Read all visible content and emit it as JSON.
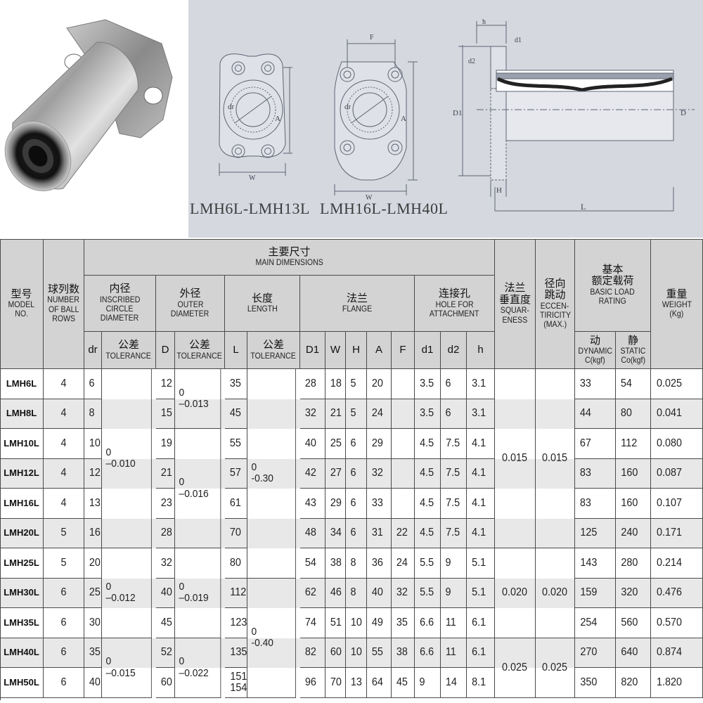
{
  "captions": {
    "left": "LMH6L-LMH13L",
    "right": "LMH16L-LMH40L"
  },
  "drawing_labels": {
    "dr": "dr",
    "A": "A",
    "W": "W",
    "F": "F",
    "h": "h",
    "d1": "d1",
    "d2": "d2",
    "D1": "D1",
    "H": "H",
    "L": "L",
    "D": "D"
  },
  "headers": {
    "main_zh": "主要尺寸",
    "main_en": "MAIN DIMENSIONS",
    "model_zh": "型号",
    "model_en1": "MODEL",
    "model_en2": "NO.",
    "rows_zh": "球列数",
    "rows_en1": "NUMBER",
    "rows_en2": "OF BALL",
    "rows_en3": "ROWS",
    "id_zh": "内径",
    "id_en1": "INSCRIBED",
    "id_en2": "CIRCLE",
    "id_en3": "DIAMETER",
    "od_zh": "外径",
    "od_en1": "OUTER",
    "od_en2": "DIAMETER",
    "len_zh": "长度",
    "len_en": "LENGTH",
    "flange_zh": "法兰",
    "flange_en": "FLANGE",
    "hole_zh": "连接孔",
    "hole_en1": "HOLE FOR",
    "hole_en2": "ATTACHMENT",
    "sq_zh1": "法兰",
    "sq_zh2": "垂直度",
    "sq_en1": "SQUAR-",
    "sq_en2": "ENESS",
    "ecc_zh1": "径向",
    "ecc_zh2": "跳动",
    "ecc_en1": "ECCEN-",
    "ecc_en2": "TIRICITY",
    "ecc_en3": "(MAX.)",
    "load_zh1": "基本",
    "load_zh2": "额定载荷",
    "load_en1": "BASIC LOAD",
    "load_en2": "RATING",
    "dyn_zh": "动",
    "dyn_en1": "DYNAMIC",
    "dyn_en2": "C(kgf)",
    "sta_zh": "静",
    "sta_en1": "STATIC",
    "sta_en2": "Co(kgf)",
    "wt_zh": "重量",
    "wt_en1": "WEIGHT",
    "wt_en2": "(Kg)",
    "tol_zh": "公差",
    "tol_en": "TOLERANCE",
    "dr": "dr",
    "D": "D",
    "L": "L",
    "D1": "D1",
    "W": "W",
    "H": "H",
    "A": "A",
    "F": "F",
    "d1": "d1",
    "d2": "d2",
    "h": "h"
  },
  "rows": [
    {
      "model": "LMH6L",
      "balls": "4",
      "dr": "6",
      "D": "12",
      "L": "35",
      "D1": "28",
      "W": "18",
      "H": "5",
      "A": "20",
      "F": "",
      "d1": "3.5",
      "d2": "6",
      "h": "3.1",
      "dyn": "33",
      "sta": "54",
      "wt": "0.025"
    },
    {
      "model": "LMH8L",
      "balls": "4",
      "dr": "8",
      "D": "15",
      "L": "45",
      "D1": "32",
      "W": "21",
      "H": "5",
      "A": "24",
      "F": "",
      "d1": "3.5",
      "d2": "6",
      "h": "3.1",
      "dyn": "44",
      "sta": "80",
      "wt": "0.041"
    },
    {
      "model": "LMH10L",
      "balls": "4",
      "dr": "10",
      "D": "19",
      "L": "55",
      "D1": "40",
      "W": "25",
      "H": "6",
      "A": "29",
      "F": "",
      "d1": "4.5",
      "d2": "7.5",
      "h": "4.1",
      "dyn": "67",
      "sta": "112",
      "wt": "0.080"
    },
    {
      "model": "LMH12L",
      "balls": "4",
      "dr": "12",
      "D": "21",
      "L": "57",
      "D1": "42",
      "W": "27",
      "H": "6",
      "A": "32",
      "F": "",
      "d1": "4.5",
      "d2": "7.5",
      "h": "4.1",
      "dyn": "83",
      "sta": "160",
      "wt": "0.087"
    },
    {
      "model": "LMH16L",
      "balls": "4",
      "dr": "13",
      "D": "23",
      "L": "61",
      "D1": "43",
      "W": "29",
      "H": "6",
      "A": "33",
      "F": "",
      "d1": "4.5",
      "d2": "7.5",
      "h": "4.1",
      "dyn": "83",
      "sta": "160",
      "wt": "0.107"
    },
    {
      "model": "LMH20L",
      "balls": "5",
      "dr": "16",
      "D": "28",
      "L": "70",
      "D1": "48",
      "W": "34",
      "H": "6",
      "A": "31",
      "F": "22",
      "d1": "4.5",
      "d2": "7.5",
      "h": "4.1",
      "dyn": "125",
      "sta": "240",
      "wt": "0.171"
    },
    {
      "model": "LMH25L",
      "balls": "5",
      "dr": "20",
      "D": "32",
      "L": "80",
      "D1": "54",
      "W": "38",
      "H": "8",
      "A": "36",
      "F": "24",
      "d1": "5.5",
      "d2": "9",
      "h": "5.1",
      "dyn": "143",
      "sta": "280",
      "wt": "0.214"
    },
    {
      "model": "LMH30L",
      "balls": "6",
      "dr": "25",
      "D": "40",
      "L": "112",
      "D1": "62",
      "W": "46",
      "H": "8",
      "A": "40",
      "F": "32",
      "d1": "5.5",
      "d2": "9",
      "h": "5.1",
      "dyn": "159",
      "sta": "320",
      "wt": "0.476"
    },
    {
      "model": "LMH35L",
      "balls": "6",
      "dr": "30",
      "D": "45",
      "L": "123",
      "D1": "74",
      "W": "51",
      "H": "10",
      "A": "49",
      "F": "35",
      "d1": "6.6",
      "d2": "11",
      "h": "6.1",
      "dyn": "254",
      "sta": "560",
      "wt": "0.570"
    },
    {
      "model": "LMH40L",
      "balls": "6",
      "dr": "35",
      "D": "52",
      "L": "135",
      "D1": "82",
      "W": "60",
      "H": "10",
      "A": "55",
      "F": "38",
      "d1": "6.6",
      "d2": "11",
      "h": "6.1",
      "dyn": "270",
      "sta": "640",
      "wt": "0.874"
    },
    {
      "model": "LMH50L",
      "balls": "6",
      "dr": "40",
      "D": "60",
      "L": "151",
      "L2": "154",
      "D1": "96",
      "W": "70",
      "H": "13",
      "A": "64",
      "F": "45",
      "d1": "9",
      "d2": "14",
      "h": "8.1",
      "dyn": "350",
      "sta": "820",
      "wt": "1.820"
    }
  ],
  "merged": {
    "dr_tol_1": [
      "0",
      "–0.010"
    ],
    "dr_tol_2": [
      "0",
      "–0.012"
    ],
    "dr_tol_3": [
      "0",
      "–0.015"
    ],
    "D_tol_1": [
      "0",
      "–0.013"
    ],
    "D_tol_2": [
      "0",
      "–0.016"
    ],
    "D_tol_3": [
      "0",
      "–0.019"
    ],
    "D_tol_4": [
      "0",
      "–0.022"
    ],
    "L_tol_1": [
      "0",
      "-0.30"
    ],
    "L_tol_2": [
      "0",
      "-0.40"
    ],
    "sq_1": "0.015",
    "sq_2": "0.020",
    "sq_3": "0.025",
    "ecc_1": "0.015",
    "ecc_2": "0.020",
    "ecc_3": "0.025"
  }
}
